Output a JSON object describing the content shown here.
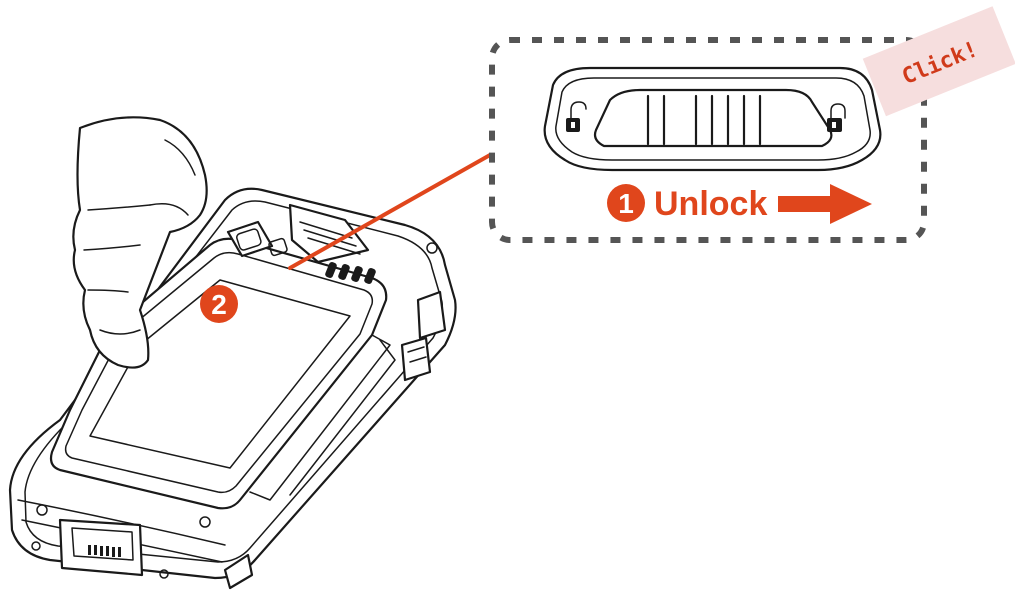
{
  "colors": {
    "accent": "#e0461c",
    "badge_fill": "#e0461c",
    "click_tag_bg": "#f6dede",
    "click_text": "#d03a1a",
    "dash_border": "#555555",
    "outline": "#1a1a1a"
  },
  "steps": [
    {
      "number": "1",
      "label": "Unlock"
    },
    {
      "number": "2",
      "label": ""
    }
  ],
  "click_tag": {
    "text": "Click!"
  },
  "icons": {
    "lock_left": "unlocked-padlock-icon",
    "lock_right": "locked-padlock-icon",
    "arrow": "right-arrow-icon"
  }
}
